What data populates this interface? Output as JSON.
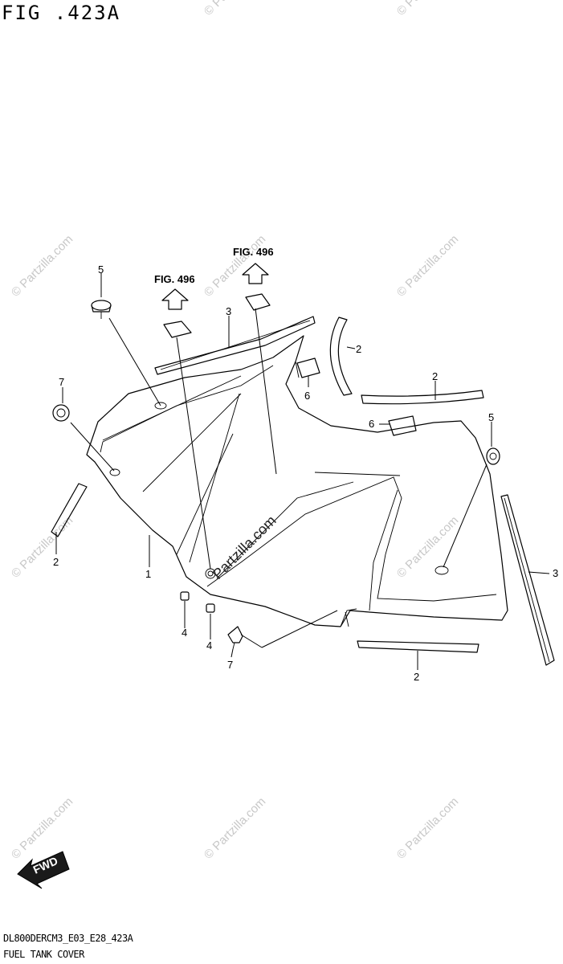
{
  "header": {
    "figure_title": "FIG .423A"
  },
  "footer": {
    "model_code": "DL800DERCM3_E03_E28_423A",
    "caption": "FUEL TANK COVER"
  },
  "fig_refs": [
    "FIG. 496",
    "FIG. 496"
  ],
  "callouts": [
    "5",
    "3",
    "2",
    "7",
    "6",
    "2",
    "6",
    "5",
    "2",
    "1",
    "4",
    "4",
    "7",
    "3",
    "2"
  ],
  "watermark": {
    "text": "© Partzilla.com",
    "center_text": "Partzilla.com"
  },
  "fwd_badge": {
    "label": "FWD"
  }
}
